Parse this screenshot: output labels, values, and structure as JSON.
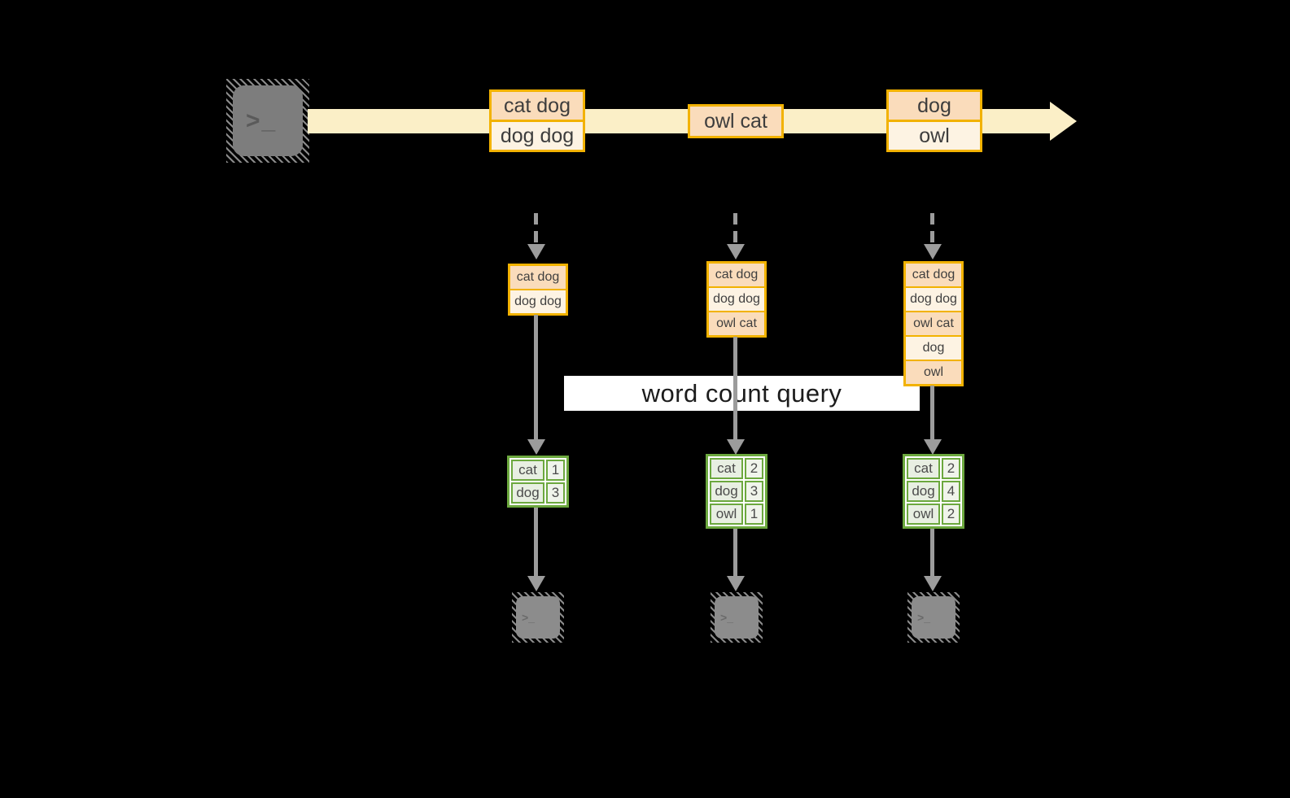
{
  "colors": {
    "background": "#000000",
    "stream_arrow": "#FBEFC7",
    "box_border_orange": "#F2B200",
    "box_fill_peach": "#FADCBB",
    "box_fill_cream": "#FDF3E3",
    "table_border_green": "#6CA83E",
    "table_cell_word": "#E8EFE2",
    "table_cell_count": "#F0F4EB",
    "arrow_gray": "#9C9C9C",
    "terminal_gray": "#7D7D7D",
    "query_band": "#FFFFFF"
  },
  "source_terminal": {
    "glyph_prompt": ">",
    "glyph_cursor": "_"
  },
  "stream_batches": [
    {
      "rows": [
        "cat dog",
        "dog dog"
      ]
    },
    {
      "rows": [
        "owl cat"
      ]
    },
    {
      "rows": [
        "dog",
        "owl"
      ]
    }
  ],
  "query": {
    "label": "word count query"
  },
  "columns": [
    {
      "state_rows": [
        "cat dog",
        "dog dog"
      ],
      "result": [
        {
          "word": "cat",
          "count": "1"
        },
        {
          "word": "dog",
          "count": "3"
        }
      ]
    },
    {
      "state_rows": [
        "cat dog",
        "dog dog",
        "owl cat"
      ],
      "result": [
        {
          "word": "cat",
          "count": "2"
        },
        {
          "word": "dog",
          "count": "3"
        },
        {
          "word": "owl",
          "count": "1"
        }
      ]
    },
    {
      "state_rows": [
        "cat dog",
        "dog dog",
        "owl cat",
        "dog",
        "owl"
      ],
      "result": [
        {
          "word": "cat",
          "count": "2"
        },
        {
          "word": "dog",
          "count": "4"
        },
        {
          "word": "owl",
          "count": "2"
        }
      ]
    }
  ],
  "consumer_terminals": [
    {
      "glyph_prompt": ">",
      "glyph_cursor": "_"
    },
    {
      "glyph_prompt": ">",
      "glyph_cursor": "_"
    },
    {
      "glyph_prompt": ">",
      "glyph_cursor": "_"
    }
  ]
}
